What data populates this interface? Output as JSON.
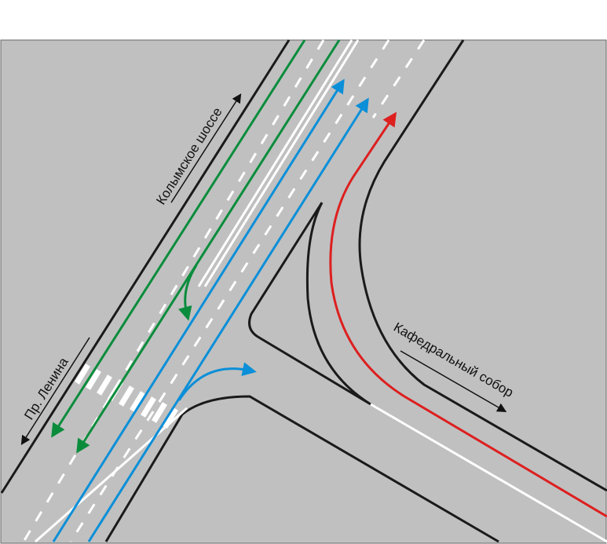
{
  "labels": {
    "highway": "Колымское шоссе",
    "avenue": "Пр. Ленина",
    "cathedral": "Кафедральный собор"
  },
  "colors": {
    "background": "#c0c0c0",
    "edge": "#1a1a1a",
    "green_route": "#0a8c3c",
    "blue_route": "#0a8fd8",
    "red_route": "#dd1f1f",
    "marking": "#ffffff"
  }
}
